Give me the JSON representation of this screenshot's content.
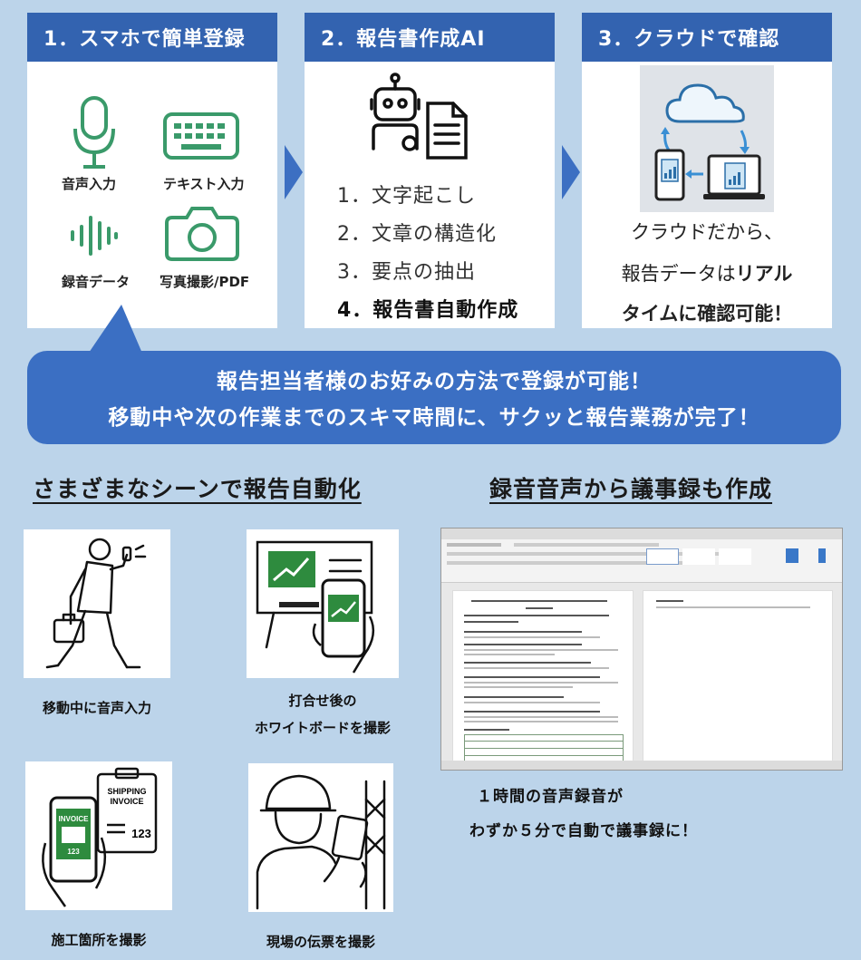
{
  "steps": [
    {
      "title": "1．スマホで簡単登録"
    },
    {
      "title": "2．報告書作成AI"
    },
    {
      "title": "3．クラウドで確認"
    }
  ],
  "input_methods": {
    "voice": "音声入力",
    "text": "テキスト入力",
    "recording": "録音データ",
    "photo": "写真撮影/PDF"
  },
  "ai_steps": [
    "1．文字起こし",
    "2．文章の構造化",
    "3．要点の抽出",
    "4．報告書自動作成"
  ],
  "cloud": {
    "line1": "クラウドだから、",
    "line2_plain": "報告データは",
    "line2_bold": "リアル",
    "line3_bold": "タイムに確認可能！"
  },
  "banner": {
    "line1": "報告担当者様のお好みの方法で登録が可能！",
    "line2": "移動中や次の作業までのスキマ時間に、サクッと報告業務が完了！"
  },
  "sections": {
    "scenes_title": "さまざまなシーンで報告自動化",
    "minutes_title": "録音音声から議事録も作成"
  },
  "scenes": [
    {
      "caption": "移動中に音声入力"
    },
    {
      "caption_line1": "打合せ後の",
      "caption_line2": "ホワイトボードを撮影"
    },
    {
      "caption": "施工箇所を撮影"
    },
    {
      "caption": "現場の伝票を撮影"
    }
  ],
  "invoice_labels": {
    "shipping1": "SHIPPING",
    "shipping2": "INVOICE",
    "invoice": "INVOICE",
    "num1": "123",
    "num2": "123"
  },
  "minutes": {
    "caption_line1": "１時間の音声録音が",
    "caption_line2": "わずか５分で自動で議事録に！"
  },
  "colors": {
    "primary": "#3363b0",
    "background": "#bcd4ea",
    "icon_green": "#3a9a6a",
    "board_green": "#2e8b3e"
  }
}
